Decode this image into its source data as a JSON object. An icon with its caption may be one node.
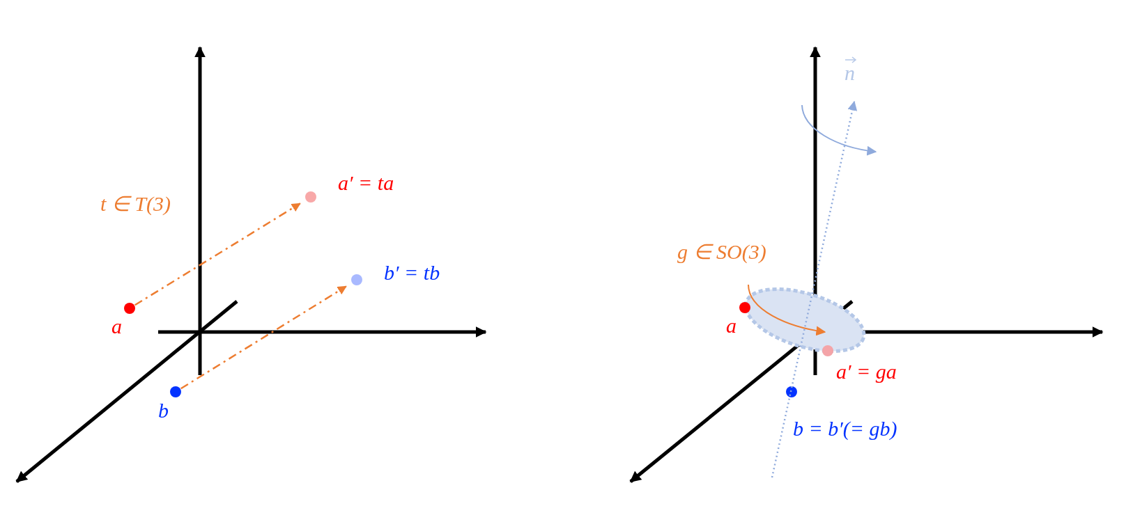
{
  "diagram": {
    "nodes": [
      {
        "text": [],
        "shape": "circle",
        "beside": [
          "a"
        ]
      },
      {
        "text": [],
        "shape": "circle",
        "beside": [
          "a′ = ta"
        ]
      },
      {
        "text": [],
        "shape": "circle",
        "beside": [
          "b"
        ]
      },
      {
        "text": [],
        "shape": "circle",
        "beside": [
          "b′ = tb"
        ]
      },
      {
        "text": [],
        "shape": "ellipse"
      },
      {
        "text": [],
        "shape": "circle",
        "beside": [
          "a"
        ]
      },
      {
        "text": [],
        "shape": "circle",
        "beside": [
          "a′ = ga"
        ]
      },
      {
        "text": [],
        "shape": "circle",
        "beside": [
          "b = b′(= gb)"
        ]
      }
    ],
    "edges": [
      {
        "from": 0,
        "to": 1,
        "arrow": "to",
        "style": "dashed"
      },
      {
        "from": 2,
        "to": 3,
        "arrow": "to",
        "style": "dashed"
      }
    ],
    "labels": [
      "n⃗",
      "t ∈ T(3)",
      "g ∈ SO(3)"
    ]
  }
}
